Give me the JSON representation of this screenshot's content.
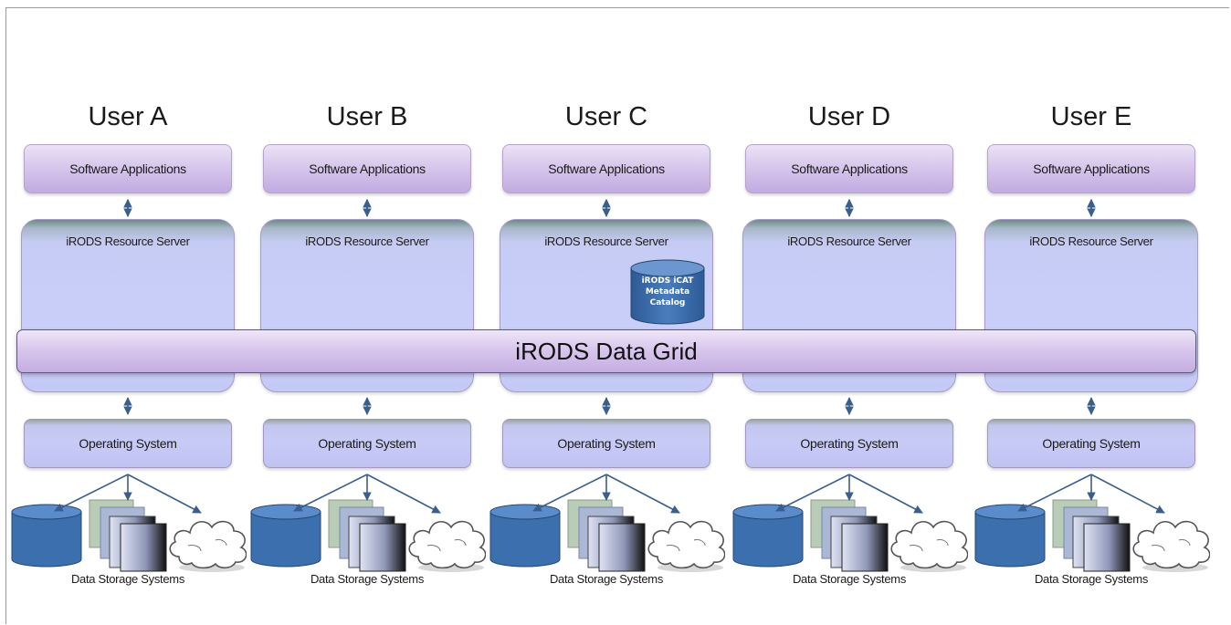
{
  "grid_label": "iRODS Data Grid",
  "icat_label": [
    "iRODS iCAT",
    "Metadata",
    "Catalog"
  ],
  "columns": [
    {
      "user": "User A",
      "app": "Software Applications",
      "server": "iRODS Resource Server",
      "os": "Operating System",
      "storage": "Data Storage Systems",
      "has_icat": false
    },
    {
      "user": "User B",
      "app": "Software Applications",
      "server": "iRODS Resource Server",
      "os": "Operating System",
      "storage": "Data Storage Systems",
      "has_icat": false
    },
    {
      "user": "User C",
      "app": "Software Applications",
      "server": "iRODS Resource Server",
      "os": "Operating System",
      "storage": "Data Storage Systems",
      "has_icat": true
    },
    {
      "user": "User D",
      "app": "Software Applications",
      "server": "iRODS Resource Server",
      "os": "Operating System",
      "storage": "Data Storage Systems",
      "has_icat": false
    },
    {
      "user": "User E",
      "app": "Software Applications",
      "server": "iRODS Resource Server",
      "os": "Operating System",
      "storage": "Data Storage Systems",
      "has_icat": false
    }
  ],
  "colors": {
    "cylinder": "#3c6fae",
    "purple_box": "#d3c2ea",
    "server_body": "#c9cff9",
    "arrow": "#3b5f8c"
  }
}
